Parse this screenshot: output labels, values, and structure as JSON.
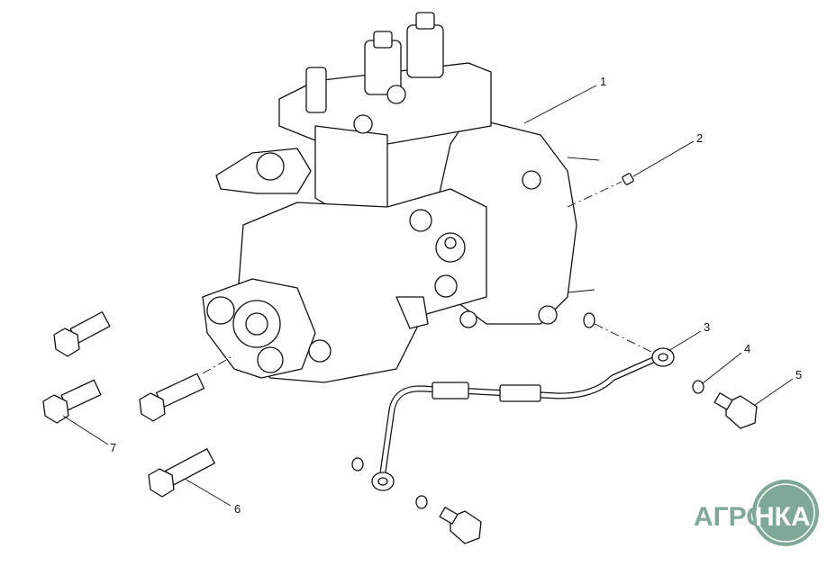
{
  "diagram": {
    "callouts": [
      "1",
      "2",
      "3",
      "4",
      "5",
      "6",
      "7"
    ]
  },
  "logo": {
    "text_left": "АГРО",
    "text_right": "НКА",
    "color": "#7fa896"
  }
}
